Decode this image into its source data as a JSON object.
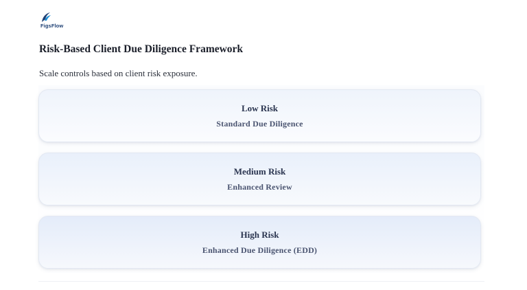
{
  "brand": {
    "name": "FigsFlow",
    "logo_icon": "figsflow-logo-icon",
    "primary_color": "#1d3f73",
    "accent_color": "#1f8fd6"
  },
  "header": {
    "title": "Risk-Based Client Due Diligence Framework",
    "subtitle": "Scale controls based on client risk exposure."
  },
  "tiers": [
    {
      "title": "Low Risk",
      "subtitle": "Standard Due Diligence"
    },
    {
      "title": "Medium Risk",
      "subtitle": "Enhanced Review"
    },
    {
      "title": "High Risk",
      "subtitle": "Enhanced Due Diligence (EDD)"
    }
  ]
}
